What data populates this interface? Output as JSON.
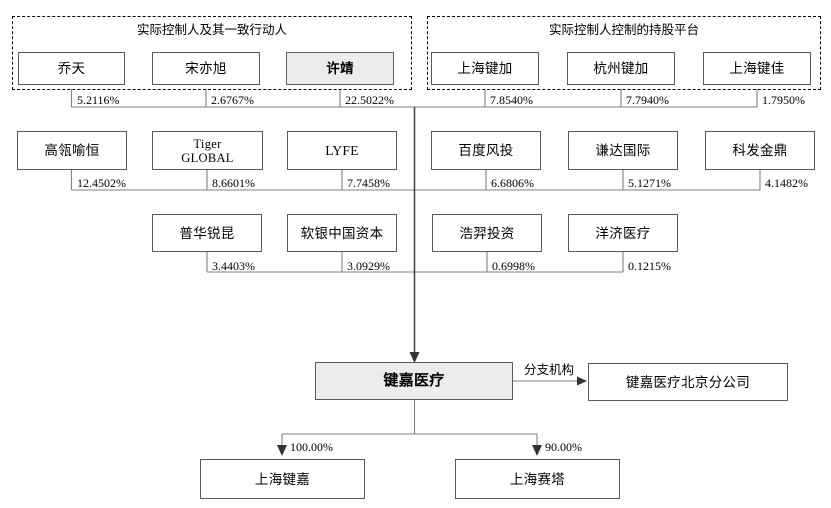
{
  "diagram": {
    "title_groups": [
      {
        "id": "actual-controllers",
        "label": "实际控制人及其一致行动人"
      },
      {
        "id": "holding-platforms",
        "label": "实际控制人控制的持股平台"
      }
    ],
    "row1": [
      {
        "name": "乔天",
        "pct": "5.2116%",
        "shaded": false
      },
      {
        "name": "宋亦旭",
        "pct": "2.6767%",
        "shaded": false
      },
      {
        "name": "许靖",
        "pct": "22.5022%",
        "shaded": true
      },
      {
        "name": "上海键加",
        "pct": "7.8540%",
        "shaded": false
      },
      {
        "name": "杭州键加",
        "pct": "7.7940%",
        "shaded": false
      },
      {
        "name": "上海键佳",
        "pct": "1.7950%",
        "shaded": false
      }
    ],
    "row2": [
      {
        "name": "高瓴喻恒",
        "pct": "12.4502%"
      },
      {
        "name_line1": "Tiger",
        "name_line2": "GLOBAL",
        "pct": "8.6601%"
      },
      {
        "name": "LYFE",
        "pct": "7.7458%"
      },
      {
        "name": "百度风投",
        "pct": "6.6806%"
      },
      {
        "name": "谦达国际",
        "pct": "5.1271%"
      },
      {
        "name": "科发金鼎",
        "pct": "4.1482%"
      }
    ],
    "row3": [
      {
        "name": "普华锐昆",
        "pct": "3.4403%"
      },
      {
        "name": "软银中国资本",
        "pct": "3.0929%"
      },
      {
        "name": "浩羿投资",
        "pct": "0.6998%"
      },
      {
        "name": "洋济医疗",
        "pct": "0.1215%"
      }
    ],
    "company": {
      "name": "键嘉医疗"
    },
    "branch": {
      "label": "分支机构",
      "name": "键嘉医疗北京分公司"
    },
    "subsidiaries": [
      {
        "name": "上海键嘉",
        "pct": "100.00%"
      },
      {
        "name": "上海赛塔",
        "pct": "90.00%"
      }
    ],
    "colors": {
      "shaded_fill": "#ececec",
      "box_border": "#5a5a5a",
      "wire": "#808080",
      "trunk": "#4a4a4a",
      "text": "#000000"
    }
  }
}
